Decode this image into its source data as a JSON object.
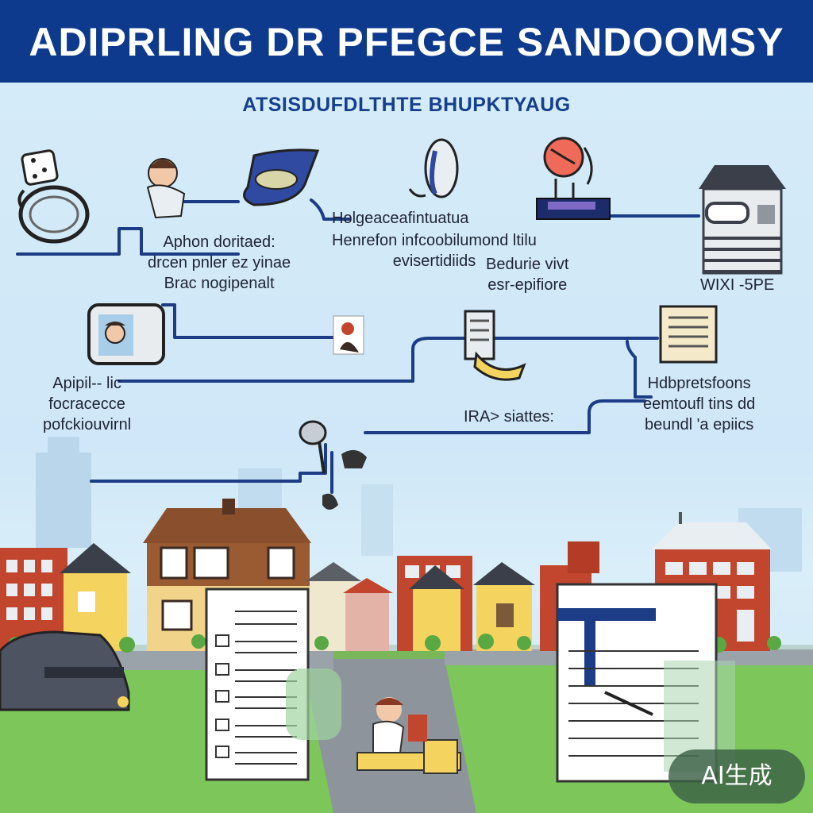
{
  "header": {
    "title": "ADIPRLING DR PFEGCE SANDOOMSY",
    "subtitle": "ATSISDUFDLTHTE  BHUPKTYAUG"
  },
  "labels": {
    "node_a": [
      "Aphon doritaed:",
      "drcen pnler ez  yinae",
      "Brac nogipenalt"
    ],
    "node_b": [
      "Holgeaceafintuatua"
    ],
    "node_c": [
      "Henrefon infcoobilumond ltilu",
      "evisertidiids"
    ],
    "node_d": [
      "Bedurie vivt",
      "esr-epifiore"
    ],
    "node_e": [
      "WIXI -5PE"
    ],
    "node_f": [
      "Apipil-- lic",
      "focracecce",
      "pofckiouvirnl"
    ],
    "node_g": [
      "IRA> siattes:"
    ],
    "node_h": [
      "Hdbpretsfoons",
      "eemtoufl tins dd",
      "beundl 'a epiics"
    ]
  },
  "badge": {
    "text": "AI生成"
  },
  "colors": {
    "header_bg": "#0e3a8e",
    "subtitle": "#163f8c",
    "connector": "#1c3c86",
    "sky": "#cfe7f8",
    "grass": "#7cc65a",
    "road": "#8e949c",
    "brick": "#c2452d",
    "yellow_house": "#f4d35e"
  },
  "icons": [
    "dice-icon",
    "cable-icon",
    "person-icon",
    "shoe-icon",
    "tie-icon",
    "clock-icon",
    "laptop-icon",
    "building-icon",
    "portrait-icon",
    "person-small-icon",
    "device-icon",
    "document-icon",
    "lamp-icon",
    "cat-icon",
    "car-icon",
    "checklist-doc-icon",
    "notes-doc-icon",
    "worker-icon"
  ]
}
